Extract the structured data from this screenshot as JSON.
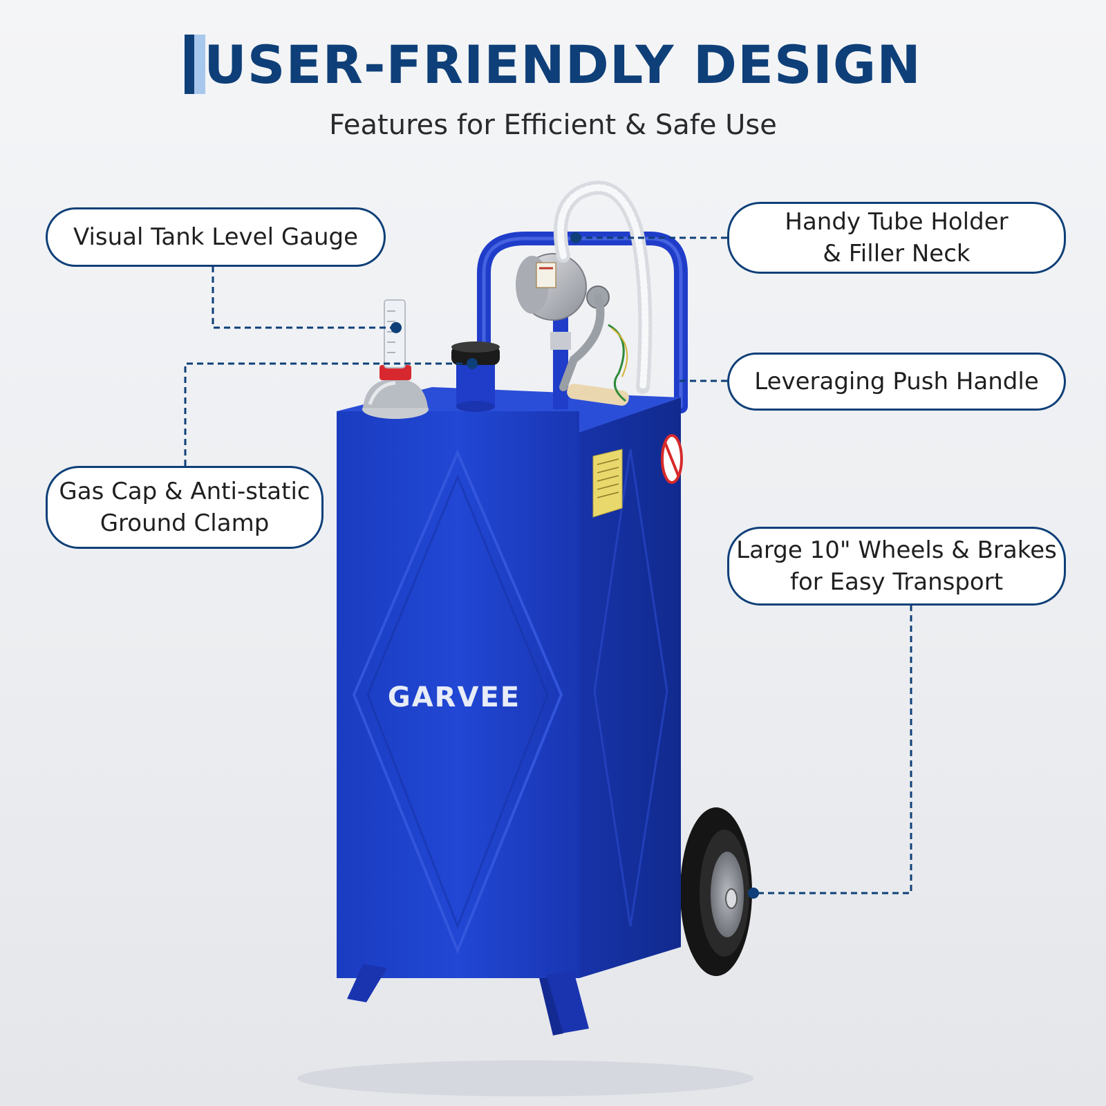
{
  "header": {
    "title": "USER-FRIENDLY DESIGN",
    "subtitle": "Features for Efficient & Safe Use"
  },
  "product": {
    "brand": "GARVEE",
    "tank_color": "#1c3fc4",
    "accent_color": "#0e3f78"
  },
  "callouts": {
    "visual_gauge": {
      "line1": "Visual Tank Level Gauge"
    },
    "gas_cap": {
      "line1": "Gas Cap & Anti-static",
      "line2": "Ground Clamp"
    },
    "tube_holder": {
      "line1": "Handy Tube Holder",
      "line2": "& Filler Neck"
    },
    "push_handle": {
      "line1": "Leveraging Push Handle"
    },
    "wheels": {
      "line1": "Large 10\" Wheels & Brakes",
      "line2": "for Easy Transport"
    }
  }
}
